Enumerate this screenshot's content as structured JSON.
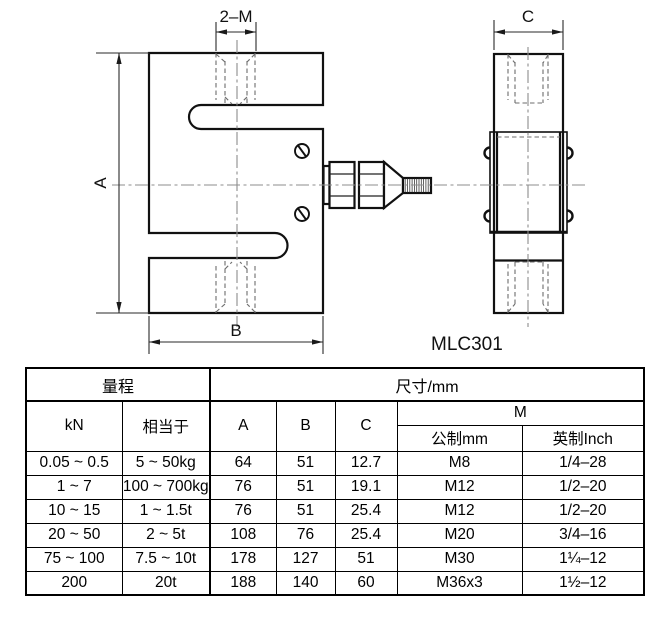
{
  "drawing": {
    "model_label": "MLC301",
    "front_view": {
      "dim_top_holes": "2–M",
      "dim_height": "A",
      "dim_width": "B"
    },
    "side_view": {
      "dim_thickness": "C"
    }
  },
  "table": {
    "headers": {
      "range": "量程",
      "dimensions": "尺寸/mm",
      "kn": "kN",
      "equivalent": "相当于",
      "a": "A",
      "b": "B",
      "c": "C",
      "m": "M",
      "metric": "公制mm",
      "imperial": "英制Inch"
    },
    "rows": [
      [
        "0.05 ~ 0.5",
        "5 ~ 50kg",
        "64",
        "51",
        "12.7",
        "M8",
        "1/4–28"
      ],
      [
        "1 ~ 7",
        "100 ~ 700kg",
        "76",
        "51",
        "19.1",
        "M12",
        "1/2–20"
      ],
      [
        "10 ~ 15",
        "1 ~ 1.5t",
        "76",
        "51",
        "25.4",
        "M12",
        "1/2–20"
      ],
      [
        "20 ~ 50",
        "2 ~ 5t",
        "108",
        "76",
        "25.4",
        "M20",
        "3/4–16"
      ],
      [
        "75 ~ 100",
        "7.5 ~ 10t",
        "178",
        "127",
        "51",
        "M30",
        "1¼–12"
      ],
      [
        "200",
        "20t",
        "188",
        "140",
        "60",
        "M36x3",
        "1½–12"
      ]
    ]
  },
  "colors": {
    "line": "#111111",
    "centerline": "#8d8d8d",
    "hidden_line": "#6d6d6d",
    "background": "#ffffff"
  }
}
